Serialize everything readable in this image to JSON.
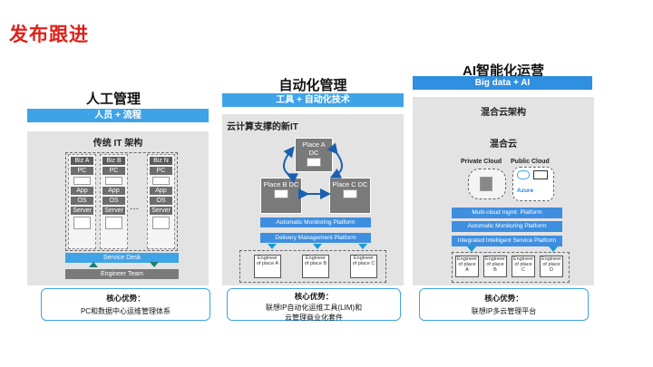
{
  "page_title": "发布跟进",
  "col1": {
    "title": "人工管理",
    "bar": "人员 + 流程",
    "panel_head": "传统 IT 架构",
    "biz": [
      "Biz A",
      "Biz B",
      "Biz N"
    ],
    "layers": [
      "PC",
      "App",
      "OS",
      "Server"
    ],
    "ellipsis": "...",
    "service_desk": "Service Desk",
    "engineer_team": "Engineer Team",
    "advantage_label": "核心优势：",
    "advantage_text": "PC和数据中心运维管理体系"
  },
  "col2": {
    "title": "自动化管理",
    "bar": "工具 + 自动化技术",
    "panel_head": "云计算支撑的新IT",
    "place_a": "Place A DC",
    "place_b": "Place B DC",
    "place_c": "Place C DC",
    "platform1": "Automatic Monitoring Platform",
    "platform2": "Delivery Management Platform",
    "eng_boxes": [
      "Engineer of place A",
      "Engineer of place B",
      "Engineer of place C"
    ],
    "advantage_label": "核心优势：",
    "advantage_line1": "联想IP自动化运维工具(LIM)和",
    "advantage_line2": "云管理商业化套件"
  },
  "col3": {
    "title": "AI智能化运营",
    "bar": "Big data + AI",
    "panel_head": "混合云架构",
    "sub_head": "混合云",
    "private_cloud": "Private Cloud",
    "public_cloud": "Public Cloud",
    "azure": "Azure",
    "platforms": [
      "Multi-cloud mgmt. Platform",
      "Automatic Monitoring Platform",
      "Integrated Intelligent Service Platform"
    ],
    "eng_boxes": [
      "Engineer of place A",
      "Engineer of place B",
      "Engineer of place C",
      "Engineer of place D"
    ],
    "advantage_label": "核心优势：",
    "advantage_text": "联想IP多云管理平台"
  },
  "colors": {
    "accent_red": "#e0201a",
    "accent_blue": "#3fa3e8",
    "panel_gray": "#e3e3e3"
  }
}
